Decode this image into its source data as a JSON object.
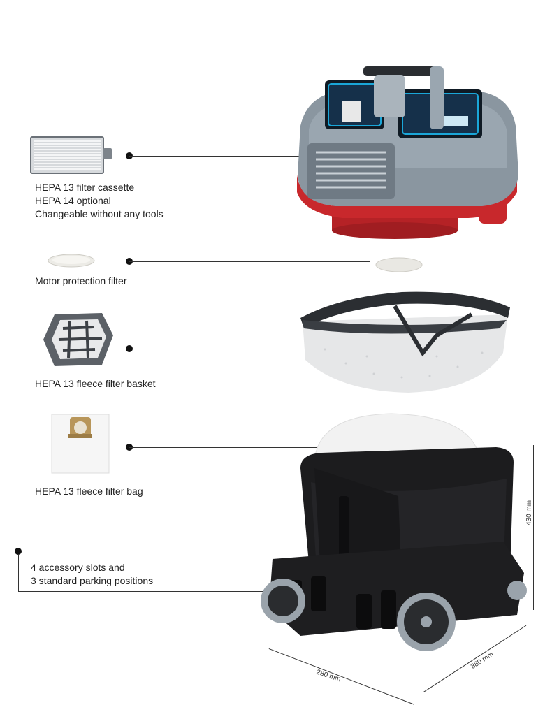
{
  "components": [
    {
      "id": "hepa-cassette",
      "lines": [
        "HEPA 13 filter cassette",
        "HEPA 14 optional",
        "Changeable without any tools"
      ]
    },
    {
      "id": "motor-filter",
      "lines": [
        "Motor protection filter"
      ]
    },
    {
      "id": "fleece-basket",
      "lines": [
        "HEPA 13 fleece filter basket"
      ]
    },
    {
      "id": "fleece-bag",
      "lines": [
        "HEPA 13 fleece filter bag"
      ]
    },
    {
      "id": "accessory-slots",
      "lines": [
        "4 accessory slots and",
        "3 standard parking positions"
      ]
    }
  ],
  "dimensions": {
    "height": "430 mm",
    "width": "280 mm",
    "depth": "380 mm"
  },
  "colors": {
    "housing_grey": "#8a96a0",
    "accent_red": "#c8282c",
    "battery_blue": "#1aa6d8",
    "container_black": "#1c1c1e",
    "wheel_grey": "#9aa3ab"
  }
}
